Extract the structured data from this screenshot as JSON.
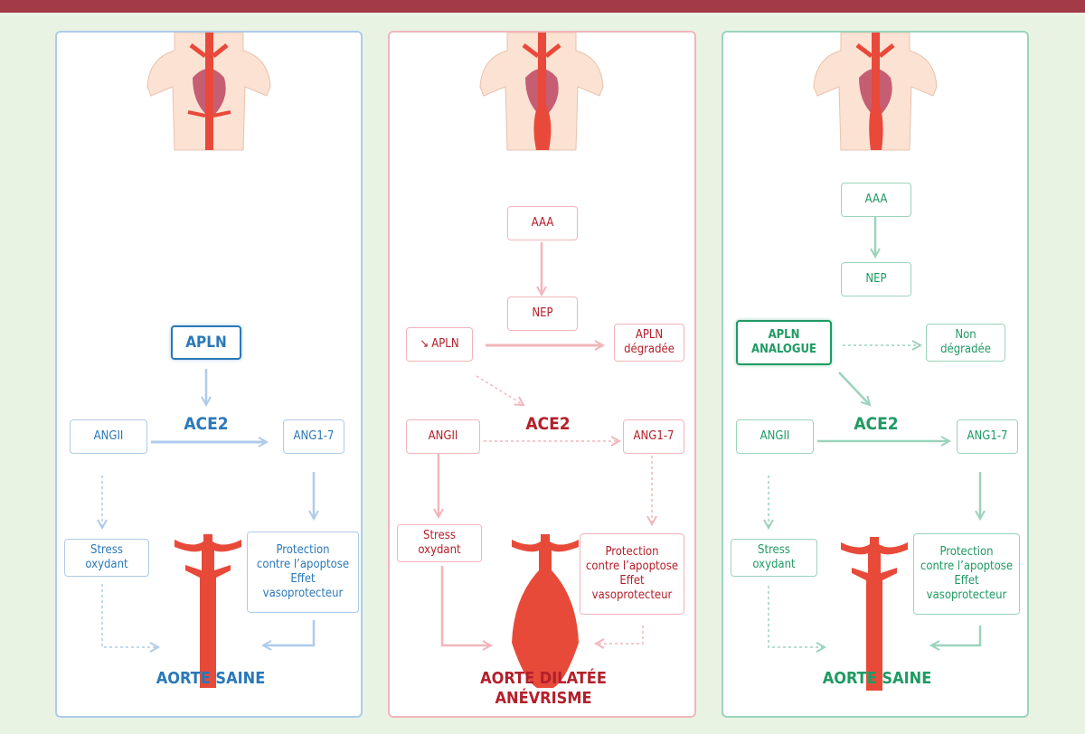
{
  "panels": [
    {
      "id": "healthy",
      "nodes": {
        "apln": "APLN",
        "ace2": "ACE2",
        "angii": "ANGII",
        "ang17": "ANG1-7",
        "stress": "Stress\noxydant",
        "protection": "Protection\ncontre l’apoptose\nEffet\nvasoprotecteur"
      },
      "title": "AORTE SAINE"
    },
    {
      "id": "aneurysm",
      "nodes": {
        "aaa": "AAA",
        "nep": "NEP",
        "apln": "APLN",
        "apln_degraded": "APLN\ndégradée",
        "ace2": "ACE2",
        "angii": "ANGII",
        "ang17": "ANG1-7",
        "stress": "Stress\noxydant",
        "protection": "Protection\ncontre l’apoptose\nEffet\nvasoprotecteur"
      },
      "title": "AORTE DILATÉE\nANÉVRISME"
    },
    {
      "id": "treated",
      "nodes": {
        "aaa": "AAA",
        "nep": "NEP",
        "apln_analogue": "APLN\nANALOGUE",
        "non_degraded": "Non\ndégradée",
        "ace2": "ACE2",
        "angii": "ANGII",
        "ang17": "ANG1-7",
        "stress": "Stress\noxydant",
        "protection": "Protection\ncontre l’apoptose\nEffet\nvasoprotecteur"
      },
      "title": "AORTE SAINE"
    }
  ],
  "colors": {
    "blue_text": "#2a78b8",
    "blue_light": "#aecbe9",
    "red_text": "#b3202b",
    "red_light": "#f2b5bb",
    "green_text": "#1f9a63",
    "green_light": "#9bd4bb",
    "aorta": "#e84a3a",
    "background": "#e9f3e4",
    "top_bar": "#a23a47"
  },
  "icons": [
    "torso-aorta-illustration",
    "aorta-illustration",
    "down-arrow-icon"
  ]
}
